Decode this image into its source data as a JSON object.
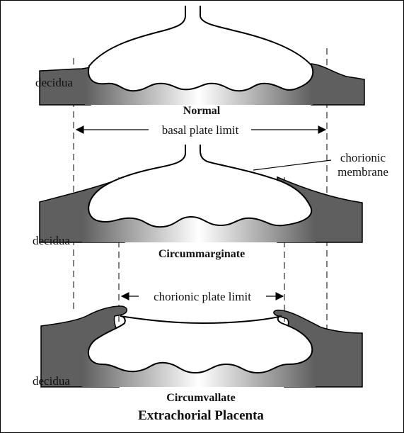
{
  "figure": {
    "title": "Extrachorial Placenta",
    "colors": {
      "outline": "#000000",
      "decidua": "#5f5f5f",
      "gradient_edge": "#6e6e6e",
      "gradient_center": "#ffffff",
      "background": "#ffffff"
    }
  },
  "panels": [
    {
      "name": "Normal",
      "decidua_label": "decidua"
    },
    {
      "name": "Circummarginate",
      "decidua_label": "decidua"
    },
    {
      "name": "Circumvallate",
      "decidua_label": "decidua"
    }
  ],
  "annotations": {
    "basal_plate_limit": "basal plate limit",
    "chorionic_plate_limit": "chorionic plate limit",
    "chorionic_membrane_line1": "chorionic",
    "chorionic_membrane_line2": "membrane"
  }
}
